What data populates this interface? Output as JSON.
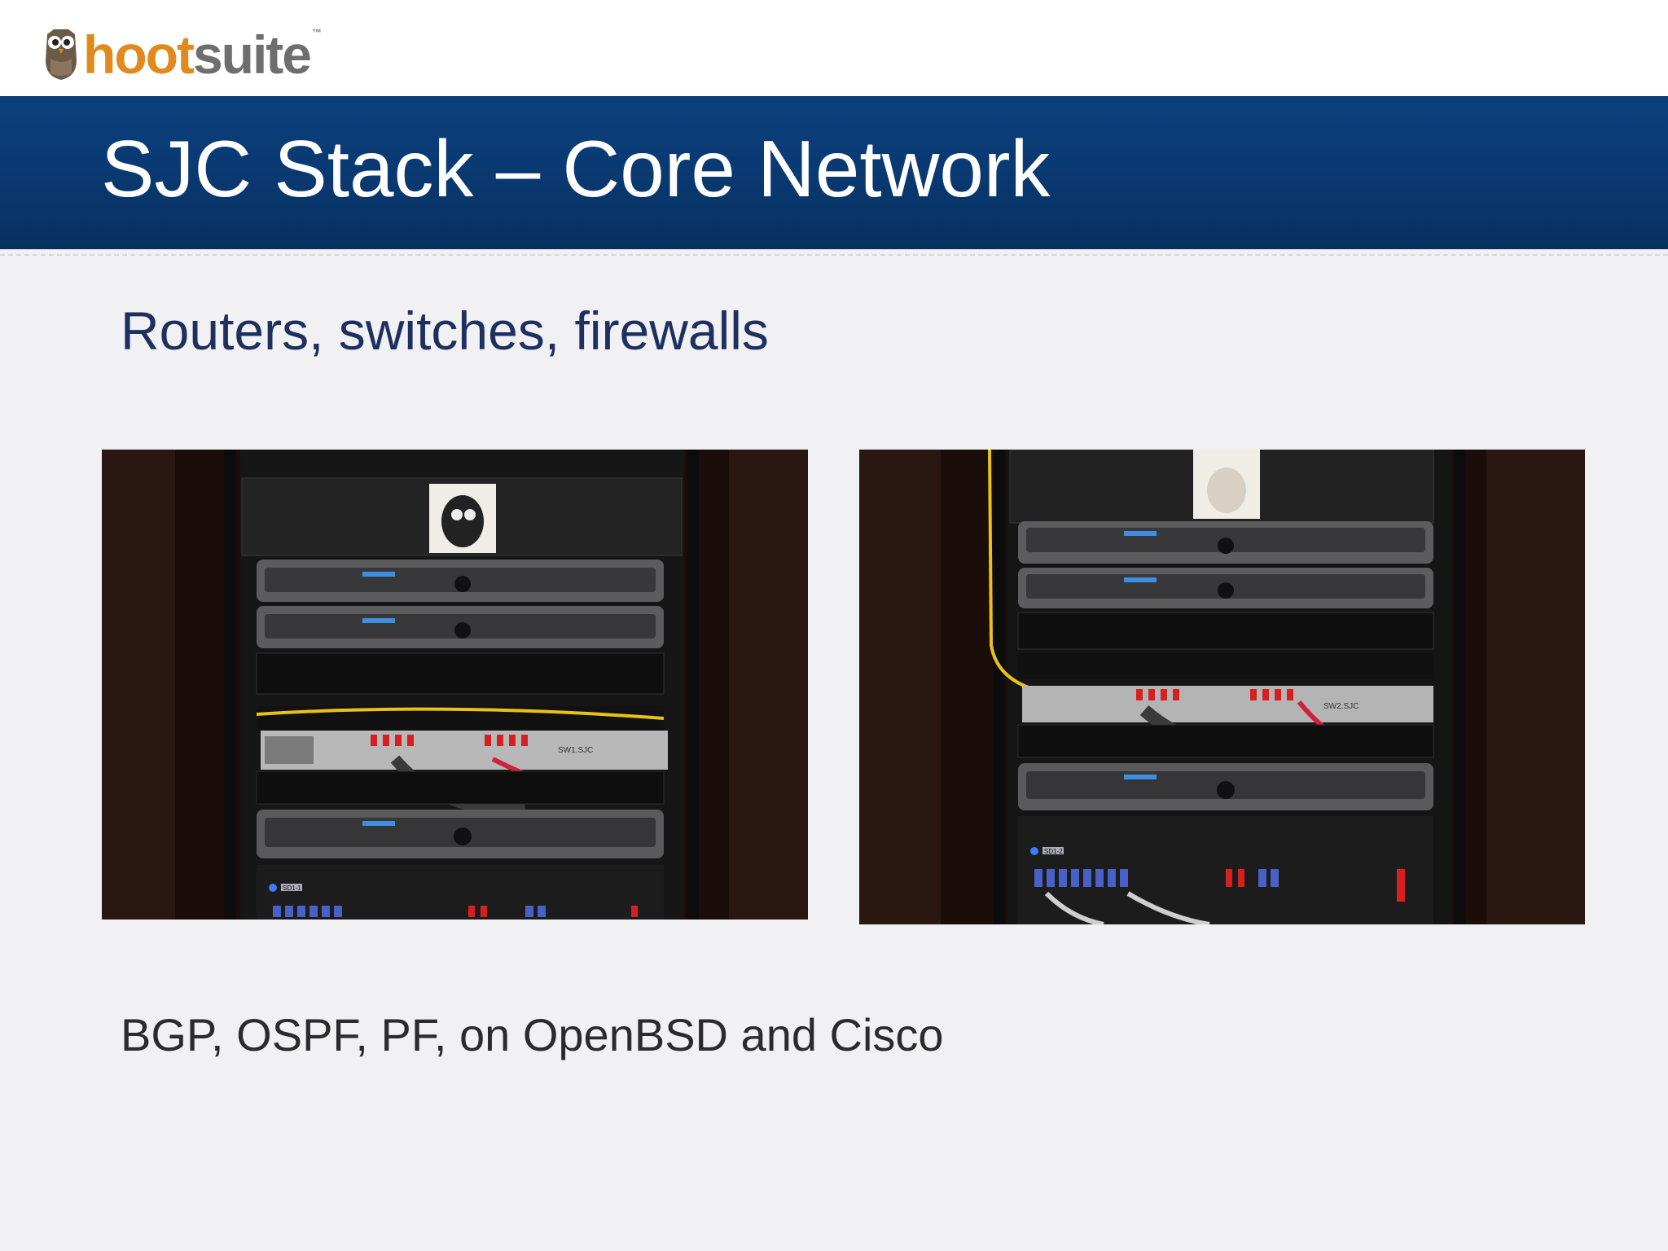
{
  "header": {
    "logo_text_hoot": "hoot",
    "logo_text_suite": "suite",
    "logo_tm": "™"
  },
  "slide": {
    "title": "SJC Stack – Core Network",
    "subtitle": "Routers, switches, firewalls",
    "footer": "BGP, OSPF, PF, on OpenBSD and Cisco"
  },
  "photos": [
    {
      "label_switch": "SW1.SJC",
      "label_router": "SD1-1"
    },
    {
      "label_switch": "SW2.SJC",
      "label_router": "SD1-2"
    }
  ],
  "colors": {
    "title_bar": "#0a3a73",
    "subtitle": "#1e3060",
    "logo_orange": "#e08a1e",
    "logo_grey": "#6e6e6e"
  }
}
